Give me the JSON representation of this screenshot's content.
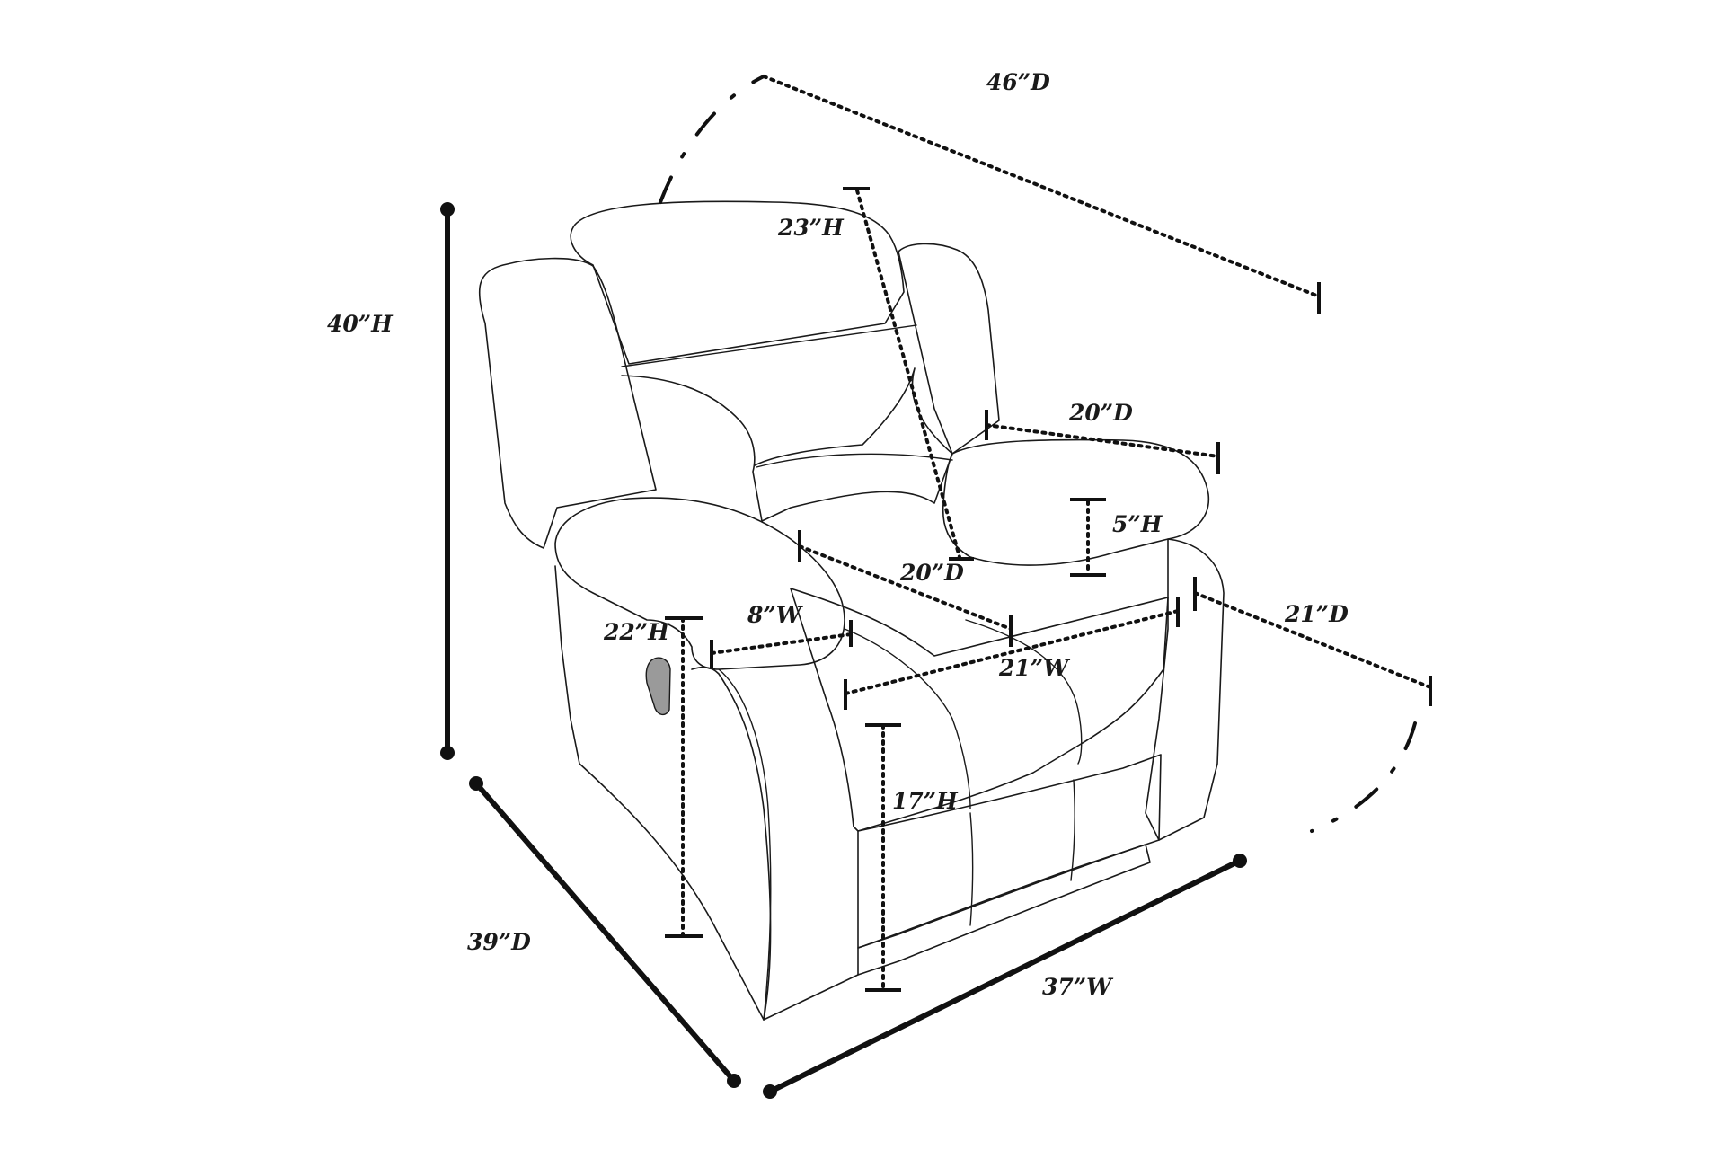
{
  "diagram": {
    "subject": "recliner chair dimension drawing",
    "colors": {
      "ink": "#111111",
      "background": "#ffffff",
      "lever": "#9a9a9a"
    },
    "dimensions": {
      "overall_height": "40”H",
      "overall_depth": "39”D",
      "overall_width": "37”W",
      "reclined_depth": "46”D",
      "back_height": "23”H",
      "arm_depth": "20”D",
      "arm_pad_height": "5”H",
      "seat_depth": "20”D",
      "side_depth": "21”D",
      "arm_height": "22”H",
      "arm_width": "8”W",
      "seat_width": "21”W",
      "seat_height": "17”H"
    }
  }
}
